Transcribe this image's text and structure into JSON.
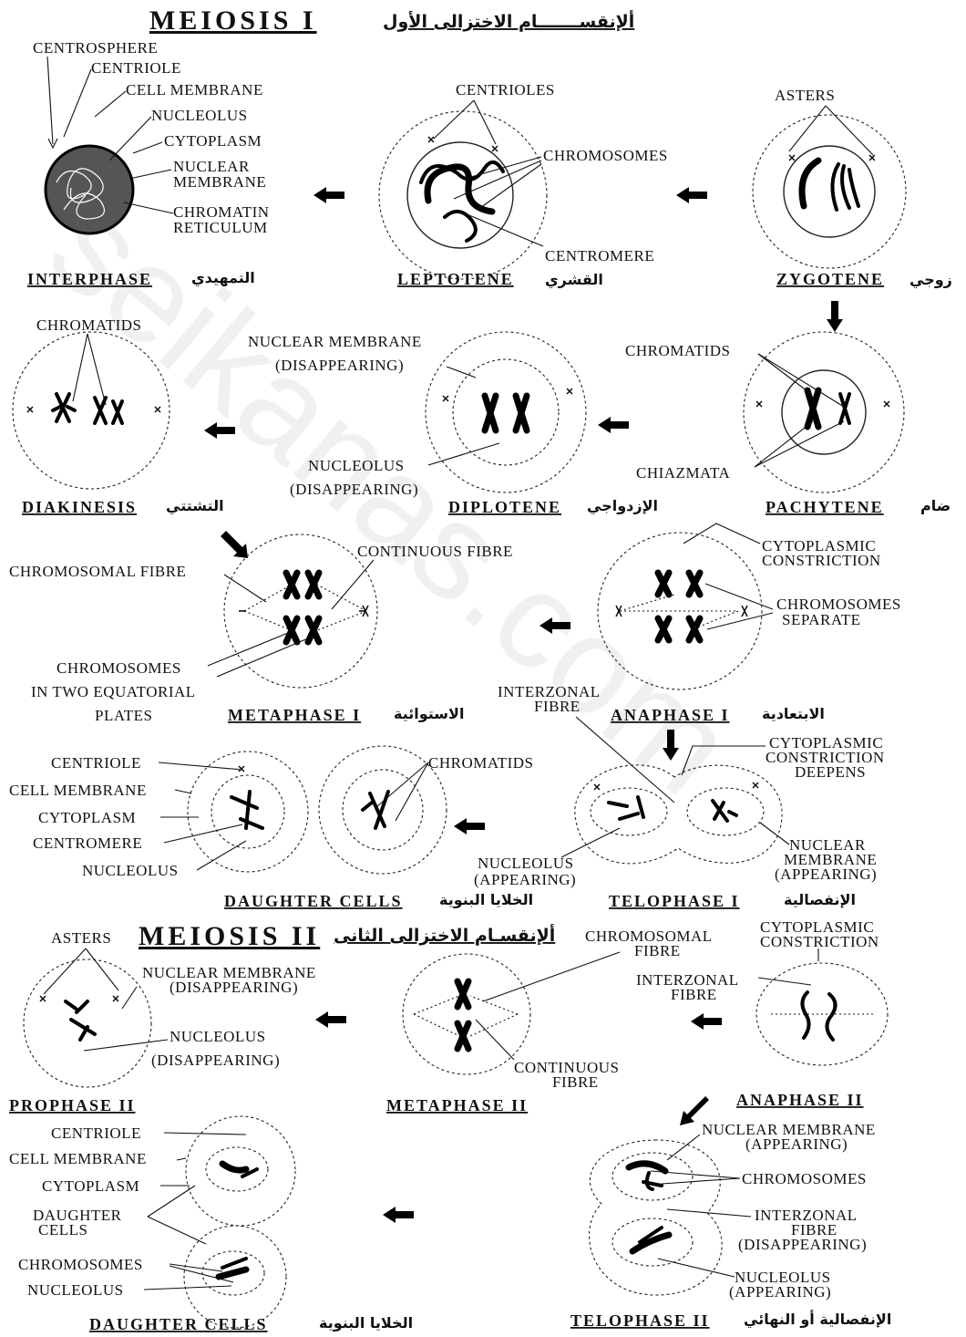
{
  "watermark": "seikanas.com",
  "meiosis1": {
    "title": "MEIOSIS I",
    "title_ar": "ألإنقســـــــام الاختزالى الأول",
    "interphase": {
      "stage": "INTERPHASE",
      "stage_ar": "التمهيدي",
      "labels": [
        "CENTROSPHERE",
        "CENTRIOLE",
        "CELL MEMBRANE",
        "NUCLEOLUS",
        "CYTOPLASM",
        "NUCLEAR",
        "MEMBRANE",
        "CHROMATIN",
        "RETICULUM"
      ]
    },
    "leptotene": {
      "stage": "LEPTOTENE",
      "stage_ar": "القشري",
      "labels": [
        "CENTRIOLES",
        "CHROMOSOMES",
        "CENTROMERE"
      ]
    },
    "zygotene": {
      "stage": "ZYGOTENE",
      "stage_ar": "زوجي",
      "labels": [
        "ASTERS"
      ]
    },
    "pachytene": {
      "stage": "PACHYTENE",
      "stage_ar": "ضام",
      "labels": [
        "CHROMATIDS",
        "CHIAZMATA"
      ]
    },
    "diplotene": {
      "stage": "DIPLOTENE",
      "stage_ar": "الإزدواجي",
      "labels": [
        "NUCLEAR MEMBRANE",
        "(DISAPPEARING)",
        "NUCLEOLUS",
        "(DISAPPEARING)"
      ]
    },
    "diakinesis": {
      "stage": "DIAKINESIS",
      "stage_ar": "التشتتي",
      "labels": [
        "CHROMATIDS"
      ]
    },
    "metaphase1": {
      "stage": "METAPHASE I",
      "stage_ar": "الاستوائية",
      "labels": [
        "CHROMOSOMAL FIBRE",
        "CONTINUOUS FIBRE",
        "CHROMOSOMES",
        "IN TWO EQUATORIAL",
        "PLATES"
      ]
    },
    "anaphase1": {
      "stage": "ANAPHASE I",
      "stage_ar": "الابتعادية",
      "labels": [
        "CYTOPLASMIC",
        "CONSTRICTION",
        "CHROMOSOMES",
        "SEPARATE",
        "INTERZONAL",
        "FIBRE"
      ]
    },
    "telophase1": {
      "stage": "TELOPHASE I",
      "stage_ar": "الإنفصالية",
      "labels": [
        "CYTOPLASMIC",
        "CONSTRICTION",
        "DEEPENS",
        "NUCLEAR",
        "MEMBRANE",
        "(APPEARING)",
        "NUCLEOLUS",
        "(APPEARING)"
      ]
    },
    "daughter1": {
      "stage": "DAUGHTER CELLS",
      "stage_ar": "الخلايا البنوية",
      "labels": [
        "CENTRIOLE",
        "CELL MEMBRANE",
        "CYTOPLASM",
        "CENTROMERE",
        "NUCLEOLUS",
        "CHROMATIDS"
      ]
    }
  },
  "meiosis2": {
    "title": "MEIOSIS II",
    "title_ar": "ألإنقسـام الاختزالى الثانى",
    "prophase2": {
      "stage": "PROPHASE II",
      "labels": [
        "ASTERS",
        "NUCLEAR MEMBRANE",
        "(DISAPPEARING)",
        "NUCLEOLUS",
        "(DISAPPEARING)"
      ]
    },
    "metaphase2": {
      "stage": "METAPHASE II",
      "labels": [
        "CHROMOSOMAL",
        "FIBRE",
        "CONTINUOUS",
        "FIBRE"
      ]
    },
    "anaphase2": {
      "stage": "ANAPHASE II",
      "labels": [
        "CYTOPLASMIC",
        "CONSTRICTION",
        "INTERZONAL",
        "FIBRE"
      ]
    },
    "telophase2": {
      "stage": "TELOPHASE II",
      "stage_ar": "الإنفصالية أو النهائي",
      "labels": [
        "NUCLEAR MEMBRANE",
        "(APPEARING)",
        "CHROMOSOMES",
        "INTERZONAL",
        "FIBRE",
        "(DISAPPEARING)",
        "NUCLEOLUS",
        "(APPEARING)"
      ]
    },
    "daughter2": {
      "stage": "DAUGHTER CELLS",
      "stage_ar": "الخلايا البنوية",
      "labels": [
        "CENTRIOLE",
        "CELL MEMBRANE",
        "CYTOPLASM",
        "DAUGHTER",
        "CELLS",
        "CHROMOSOMES",
        "NUCLEOLUS"
      ]
    }
  }
}
